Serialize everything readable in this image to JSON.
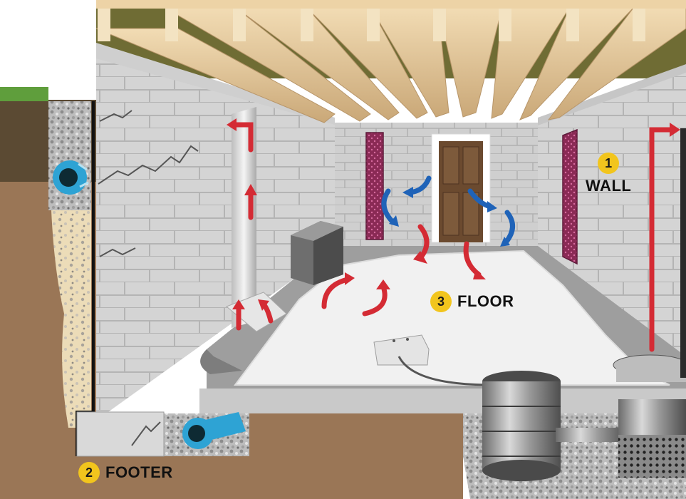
{
  "colors": {
    "badge": "#f2c51d",
    "airflow_warm": "#d42b34",
    "airflow_cool": "#1f63b8",
    "soil": "#9a7656",
    "grass": "#5f9e3c",
    "drain_pipe": "#2ea3d4",
    "vapor_barrier": "#f1f1f1",
    "ceiling_shadow": "#6f6c34"
  },
  "callouts": [
    {
      "number": "1",
      "label": "WALL"
    },
    {
      "number": "2",
      "label": "FOOTER"
    },
    {
      "number": "3",
      "label": "FLOOR"
    }
  ],
  "icons": [
    "door-icon",
    "dehumidifier-icon",
    "sump-pump-icon",
    "drain-pipe-icon",
    "air-vent-icon"
  ]
}
